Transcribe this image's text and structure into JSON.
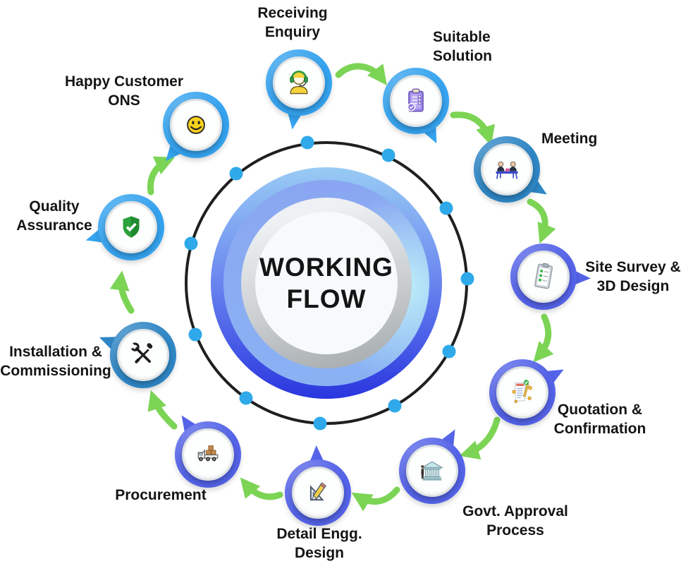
{
  "title": "WORKING FLOW",
  "title_lines": [
    "WORKING",
    "FLOW"
  ],
  "colors": {
    "light_blue": "#35a3ef",
    "steel_blue": "#2e86c5",
    "indigo": "#5463e8",
    "arrow_green": "#7cd455",
    "ring_black": "#1f1f1f",
    "dot_blue": "#2fa9e9"
  },
  "steps": [
    {
      "label": "Receiving Enquiry",
      "lines": [
        "Receiving",
        "Enquiry"
      ],
      "icon": "headset-agent-icon",
      "color_key": "light_blue"
    },
    {
      "label": "Suitable Solution",
      "lines": [
        "Suitable",
        "Solution"
      ],
      "icon": "checklist-clipboard-icon",
      "color_key": "light_blue"
    },
    {
      "label": "Meeting",
      "lines": [
        "Meeting"
      ],
      "icon": "meeting-icon",
      "color_key": "steel_blue"
    },
    {
      "label": "Site Survey & 3D Design",
      "lines": [
        "Site Survey &",
        "3D Design"
      ],
      "icon": "survey-clipboard-icon",
      "color_key": "indigo"
    },
    {
      "label": "Quotation & Confirmation",
      "lines": [
        "Quotation &",
        "Confirmation"
      ],
      "icon": "quotation-invoice-icon",
      "color_key": "indigo"
    },
    {
      "label": "Govt. Approval Process",
      "lines": [
        "Govt. Approval",
        "Process"
      ],
      "icon": "govt-building-icon",
      "color_key": "indigo"
    },
    {
      "label": "Detail Engg. Design",
      "lines": [
        "Detail Engg.",
        "Design"
      ],
      "icon": "engineering-design-icon",
      "color_key": "indigo"
    },
    {
      "label": "Procurement",
      "lines": [
        "Procurement"
      ],
      "icon": "procurement-truck-icon",
      "color_key": "indigo"
    },
    {
      "label": "Installation & Commissioning",
      "lines": [
        "Installation &",
        "Commissioning"
      ],
      "icon": "tools-icon",
      "color_key": "steel_blue"
    },
    {
      "label": "Quality Assurance",
      "lines": [
        "Quality",
        "Assurance"
      ],
      "icon": "quality-shield-icon",
      "color_key": "light_blue"
    },
    {
      "label": "Happy Customer ONS",
      "lines": [
        "Happy Customer",
        "ONS"
      ],
      "icon": "happy-smiley-icon",
      "color_key": "light_blue"
    }
  ]
}
